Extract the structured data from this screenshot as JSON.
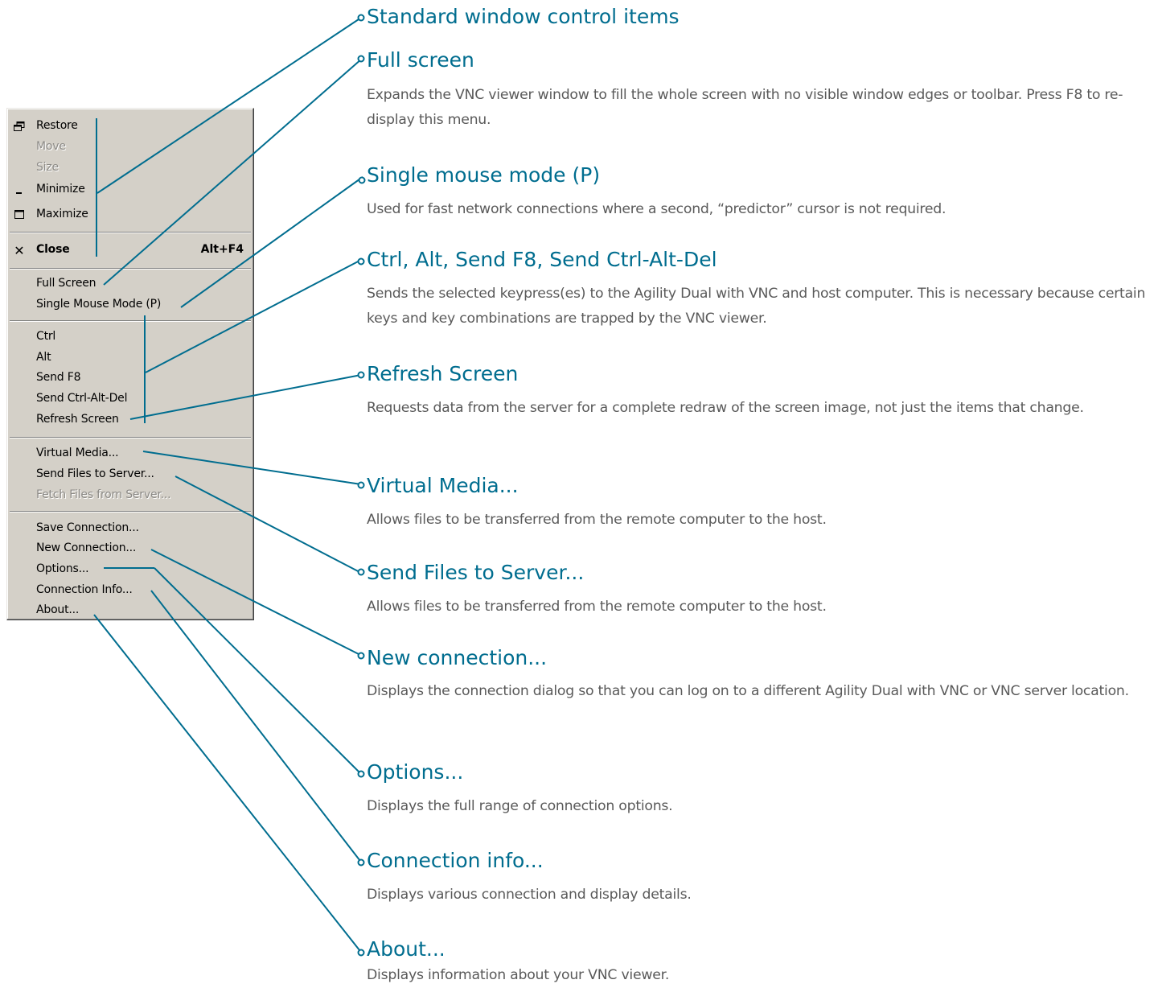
{
  "menu": {
    "items": [
      {
        "label": "Restore",
        "accel": "",
        "icon": "restore-icon",
        "disabled": false
      },
      {
        "label": "Move",
        "accel": "",
        "icon": "",
        "disabled": true
      },
      {
        "label": "Size",
        "accel": "",
        "icon": "",
        "disabled": true
      },
      {
        "label": "Minimize",
        "accel": "",
        "icon": "minimize-icon",
        "disabled": false
      },
      {
        "label": "Maximize",
        "accel": "",
        "icon": "maximize-icon",
        "disabled": false
      },
      {
        "label": "Close",
        "accel": "Alt+F4",
        "icon": "close-icon",
        "disabled": false
      },
      {
        "label": "Full Screen",
        "accel": "",
        "icon": "",
        "disabled": false
      },
      {
        "label": "Single Mouse Mode (P)",
        "accel": "",
        "icon": "",
        "disabled": false
      },
      {
        "label": "Ctrl",
        "accel": "",
        "icon": "",
        "disabled": false
      },
      {
        "label": "Alt",
        "accel": "",
        "icon": "",
        "disabled": false
      },
      {
        "label": "Send F8",
        "accel": "",
        "icon": "",
        "disabled": false
      },
      {
        "label": "Send Ctrl-Alt-Del",
        "accel": "",
        "icon": "",
        "disabled": false
      },
      {
        "label": "Refresh Screen",
        "accel": "",
        "icon": "",
        "disabled": false
      },
      {
        "label": "Virtual Media...",
        "accel": "",
        "icon": "",
        "disabled": false
      },
      {
        "label": "Send Files to Server...",
        "accel": "",
        "icon": "",
        "disabled": false
      },
      {
        "label": "Fetch Files from Server...",
        "accel": "",
        "icon": "",
        "disabled": true
      },
      {
        "label": "Save Connection...",
        "accel": "",
        "icon": "",
        "disabled": false
      },
      {
        "label": "New Connection...",
        "accel": "",
        "icon": "",
        "disabled": false
      },
      {
        "label": "Options...",
        "accel": "",
        "icon": "",
        "disabled": false
      },
      {
        "label": "Connection Info...",
        "accel": "",
        "icon": "",
        "disabled": false
      },
      {
        "label": "About...",
        "accel": "",
        "icon": "",
        "disabled": false
      }
    ]
  },
  "callouts": [
    {
      "heading": "Standard window control items",
      "description": ""
    },
    {
      "heading": "Full screen",
      "description": "Expands the VNC viewer window to fill the whole screen with no visible window edges or toolbar. Press F8 to re-display this menu."
    },
    {
      "heading": "Single mouse mode (P)",
      "description": "Used for fast network connections where a second, “predictor” cursor is not required."
    },
    {
      "heading": "Ctrl, Alt, Send F8, Send Ctrl-Alt-Del",
      "description": "Sends the selected keypress(es) to the Agility Dual with VNC and host computer. This is necessary because certain keys and key combinations are trapped by the VNC viewer."
    },
    {
      "heading": "Refresh Screen",
      "description": "Requests data from the server for a complete redraw of the screen image, not just the items that change."
    },
    {
      "heading": "Virtual Media...",
      "description": "Allows files to be transferred from the remote computer to the host."
    },
    {
      "heading": "Send Files to Server...",
      "description": "Allows files to be transferred from the remote computer to the host."
    },
    {
      "heading": "New connection...",
      "description": "Displays the connection dialog so that you can log on to a different Agility Dual with VNC or VNC server location."
    },
    {
      "heading": "Options...",
      "description": "Displays the full range of connection options."
    },
    {
      "heading": "Connection info...",
      "description": "Displays various connection and display details."
    },
    {
      "heading": "About...",
      "description": "Displays information about your VNC viewer."
    }
  ],
  "colors": {
    "accent": "#006d8f",
    "menu_bg": "#d4d0c8",
    "body_text": "#5a5a5a"
  }
}
